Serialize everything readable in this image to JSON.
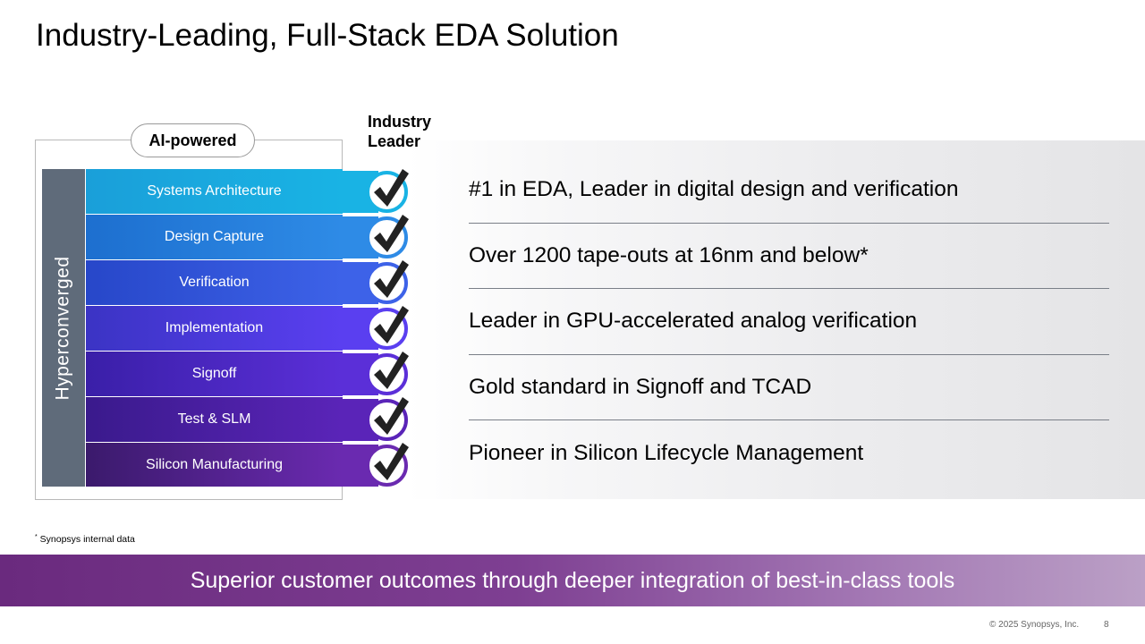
{
  "slide": {
    "title": "Industry-Leading, Full-Stack EDA Solution",
    "ai_powered_label": "AI-powered",
    "industry_leader_label": "Industry\nLeader",
    "side_label": "Hyperconverged",
    "layers": [
      {
        "label": "Systems Architecture",
        "color": "#1a9fd9",
        "color2": "#19b3e4"
      },
      {
        "label": "Design Capture",
        "color": "#1d6fcf",
        "color2": "#2e8be6"
      },
      {
        "label": "Verification",
        "color": "#2747c9",
        "color2": "#3d62e8"
      },
      {
        "label": "Implementation",
        "color": "#3b34c4",
        "color2": "#5a3ff0"
      },
      {
        "label": "Signoff",
        "color": "#3a1fa8",
        "color2": "#5b2fd8"
      },
      {
        "label": "Test & SLM",
        "color": "#3a1a8c",
        "color2": "#5a24b8"
      },
      {
        "label": "Silicon Manufacturing",
        "color": "#3b1a6c",
        "color2": "#6a2ab0"
      }
    ],
    "check_colors": [
      "#19b3e4",
      "#2e8be6",
      "#3d62e8",
      "#5a3ff0",
      "#5b2fd8",
      "#5a24b8",
      "#6a2ab0"
    ],
    "claims": [
      "#1 in EDA, Leader in digital design and verification",
      "Over 1200 tape-outs at 16nm and below*",
      "Leader in GPU-accelerated analog verification",
      "Gold standard in Signoff and TCAD",
      "Pioneer in Silicon Lifecycle Management"
    ],
    "footnote_mark": "*",
    "footnote_text": "Synopsys internal data",
    "banner_text": "Superior customer outcomes through deeper integration of best-in-class tools",
    "copyright": "© 2025 Synopsys, Inc.",
    "page_number": "8"
  }
}
